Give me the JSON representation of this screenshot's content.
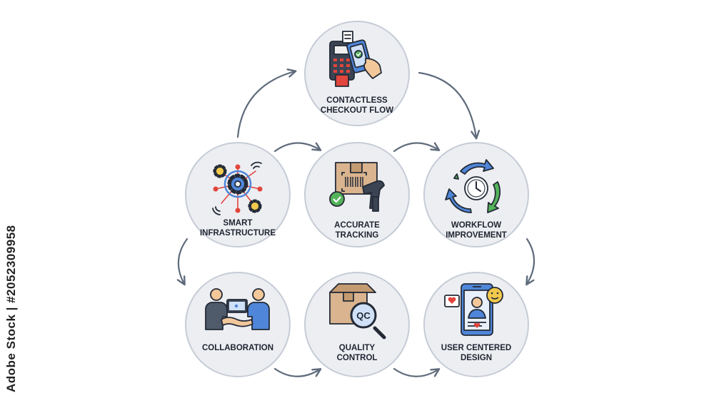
{
  "nodes": [
    {
      "id": "contactless",
      "label_line1": "CONTACTLESS",
      "label_line2": "CHECKOUT FLOW",
      "icon": "pos-terminal-phone-icon"
    },
    {
      "id": "smart",
      "label_line1": "SMART",
      "label_line2": "INFRASTRUCTURE",
      "icon": "gears-network-icon"
    },
    {
      "id": "tracking",
      "label_line1": "ACCURATE",
      "label_line2": "TRACKING",
      "icon": "barcode-scanner-box-icon"
    },
    {
      "id": "workflow",
      "label_line1": "WORKFLOW",
      "label_line2": "IMPROVEMENT",
      "icon": "clock-cycle-arrows-icon"
    },
    {
      "id": "collab",
      "label_line1": "COLLABORATION",
      "label_line2": "",
      "icon": "handshake-tablet-icon"
    },
    {
      "id": "quality",
      "label_line1": "QUALITY",
      "label_line2": "CONTROL",
      "icon": "qc-box-magnifier-icon"
    },
    {
      "id": "user",
      "label_line1": "USER CENTERED",
      "label_line2": "DESIGN",
      "icon": "phone-profile-icon"
    }
  ],
  "watermark": {
    "text": "Adobe Stock | #2052309958"
  },
  "colors": {
    "circle_fill": "#eceef2",
    "circle_stroke": "#c6ccd6",
    "arrow": "#5f6b7c",
    "outline": "#232a36",
    "blue": "#4f86d9",
    "green": "#54b35a",
    "red": "#e2453c",
    "yellow": "#f2c94c",
    "box": "#d9b48f",
    "skin": "#f2c79a"
  }
}
